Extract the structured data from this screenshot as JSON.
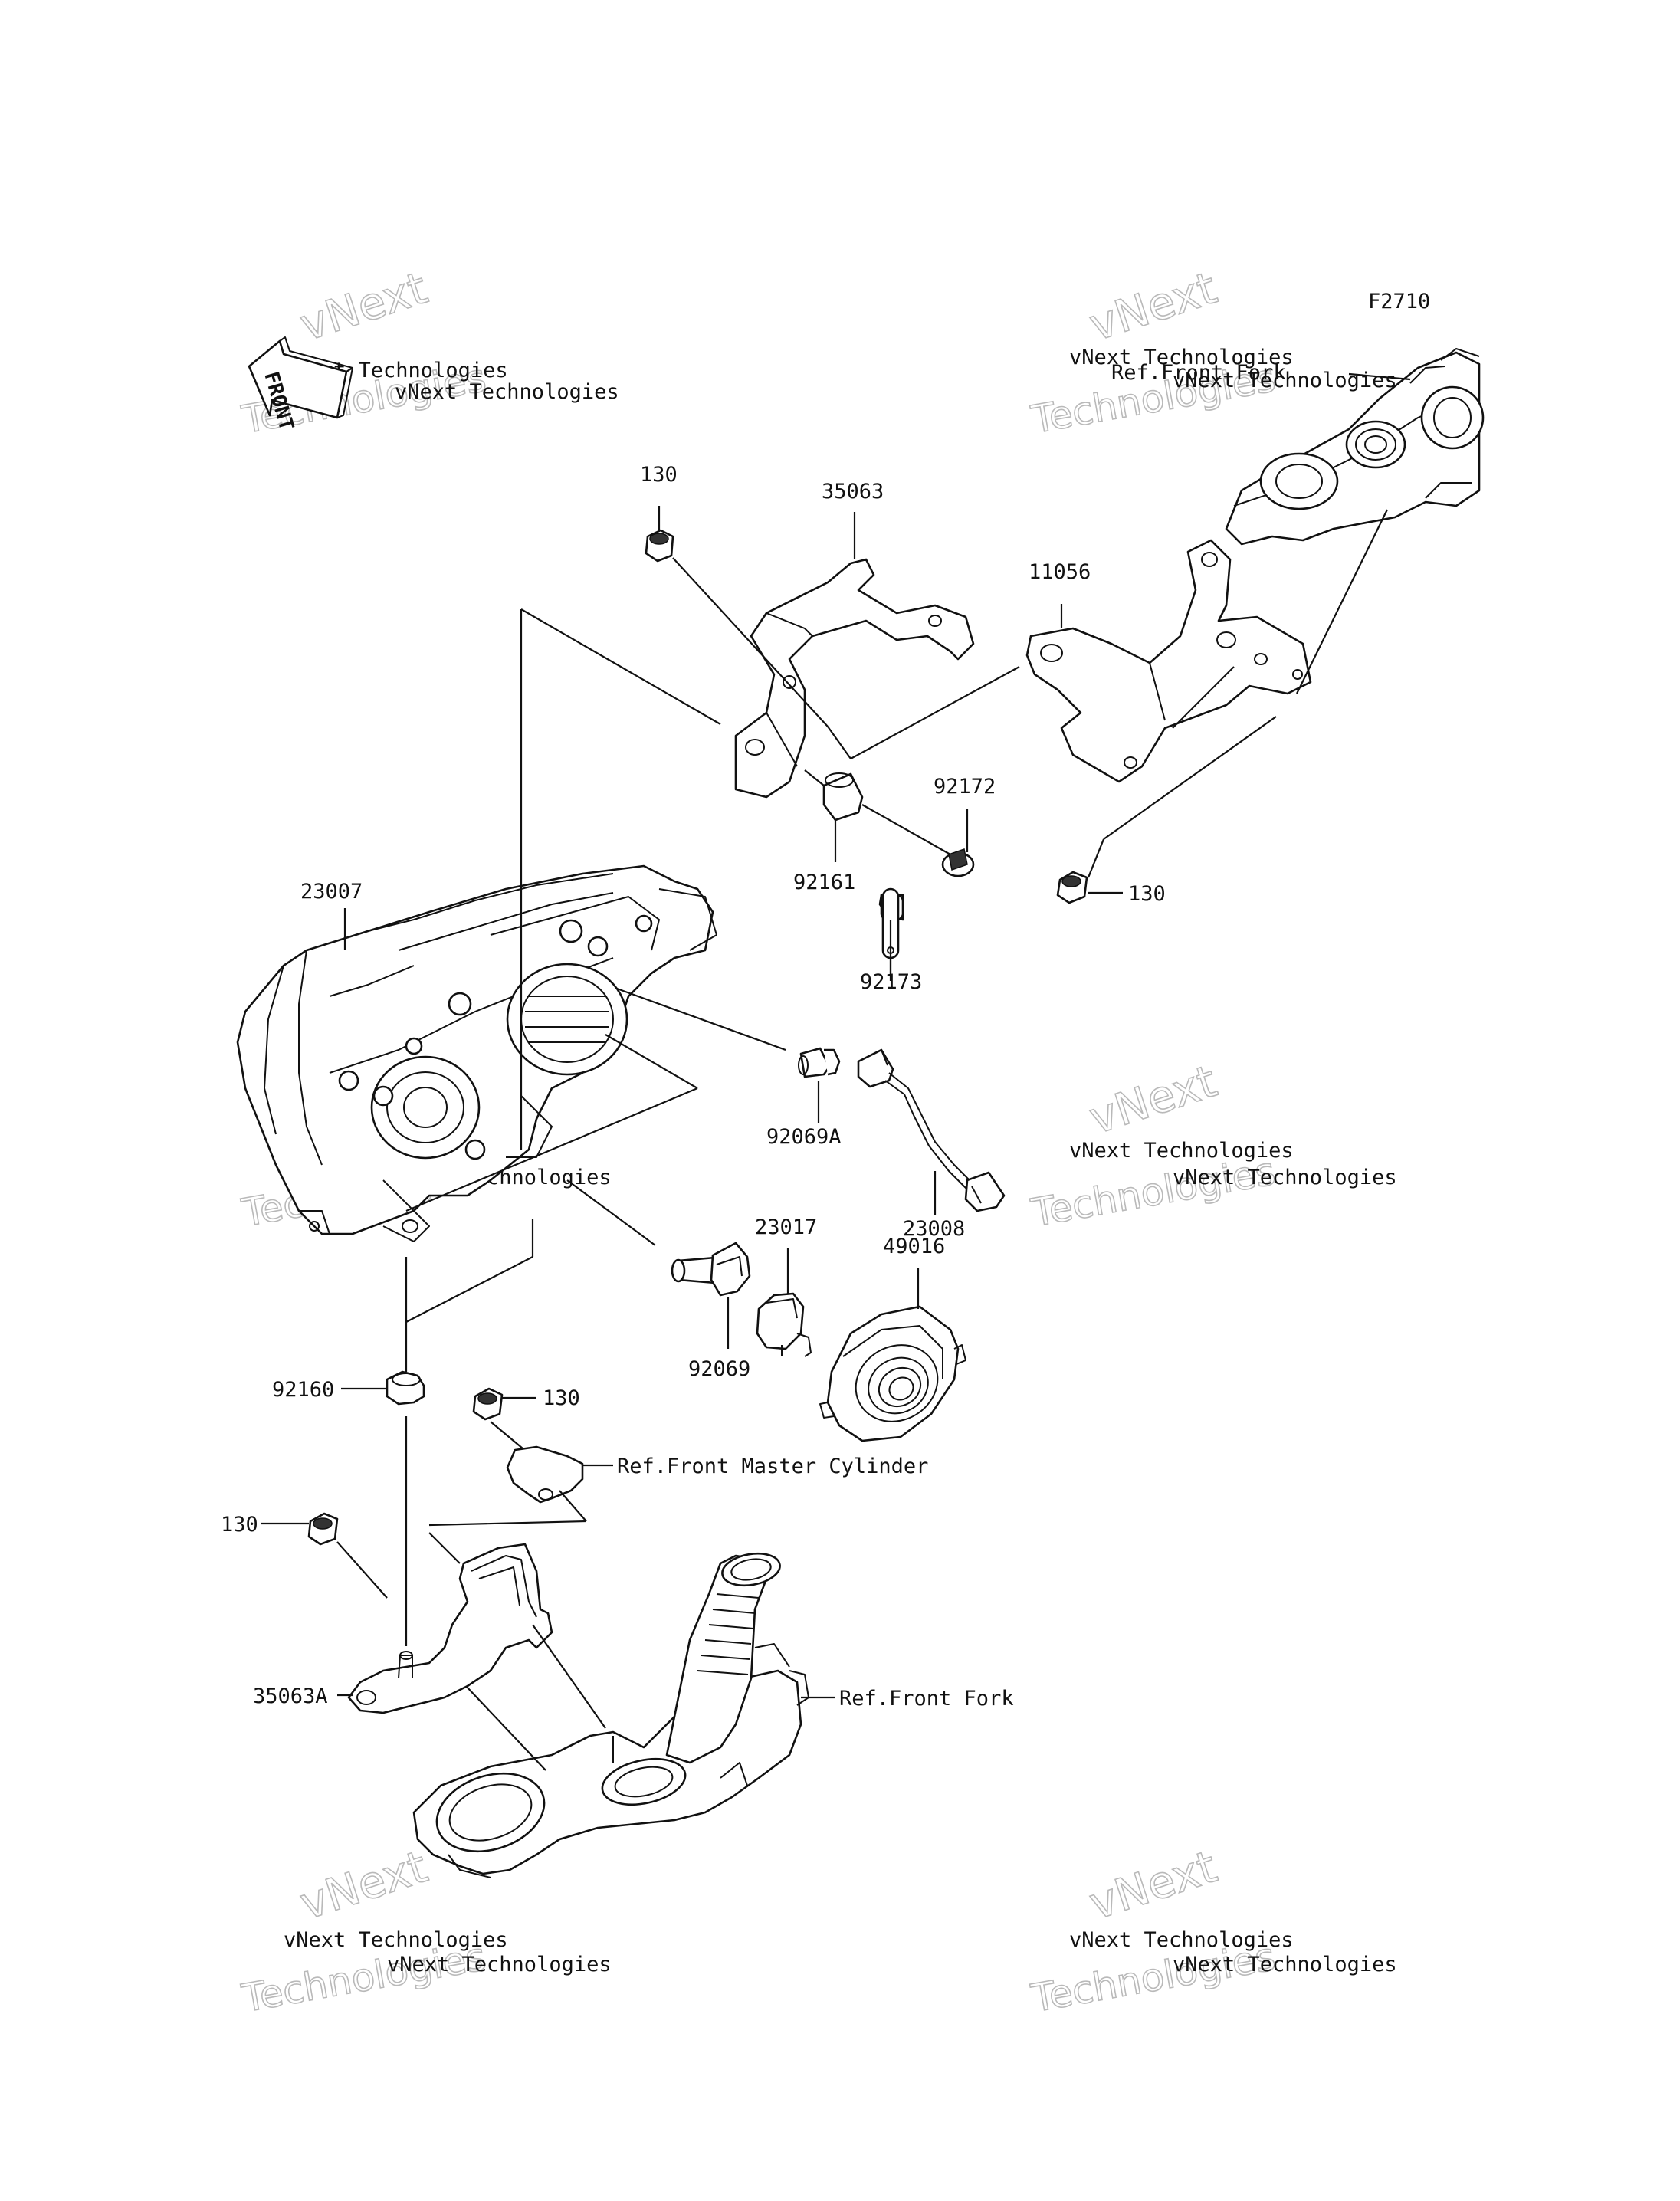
{
  "diagram": {
    "code": "F2710",
    "front_badge": "FRONT",
    "watermark": {
      "line1": "vNext Technologies",
      "line2a": "vNext",
      "line2b": "Technologies"
    },
    "part_labels": [
      {
        "id": "p130a",
        "text": "130"
      },
      {
        "id": "p35063",
        "text": "35063"
      },
      {
        "id": "p11056",
        "text": "11056"
      },
      {
        "id": "p130b",
        "text": "130"
      },
      {
        "id": "p92172",
        "text": "92172"
      },
      {
        "id": "p92161",
        "text": "92161"
      },
      {
        "id": "p92173",
        "text": "92173"
      },
      {
        "id": "p23007",
        "text": "23007"
      },
      {
        "id": "p92069A",
        "text": "92069A"
      },
      {
        "id": "p23008",
        "text": "23008"
      },
      {
        "id": "p23017",
        "text": "23017"
      },
      {
        "id": "p49016",
        "text": "49016"
      },
      {
        "id": "p92069",
        "text": "92069"
      },
      {
        "id": "p92160",
        "text": "92160"
      },
      {
        "id": "p130c",
        "text": "130"
      },
      {
        "id": "p130d",
        "text": "130"
      },
      {
        "id": "p35063A",
        "text": "35063A"
      }
    ],
    "references": [
      {
        "id": "ref_fork_top",
        "text": "Ref.Front Fork"
      },
      {
        "id": "ref_master",
        "text": "Ref.Front Master Cylinder"
      },
      {
        "id": "ref_fork_bottom",
        "text": "Ref.Front Fork"
      }
    ]
  }
}
